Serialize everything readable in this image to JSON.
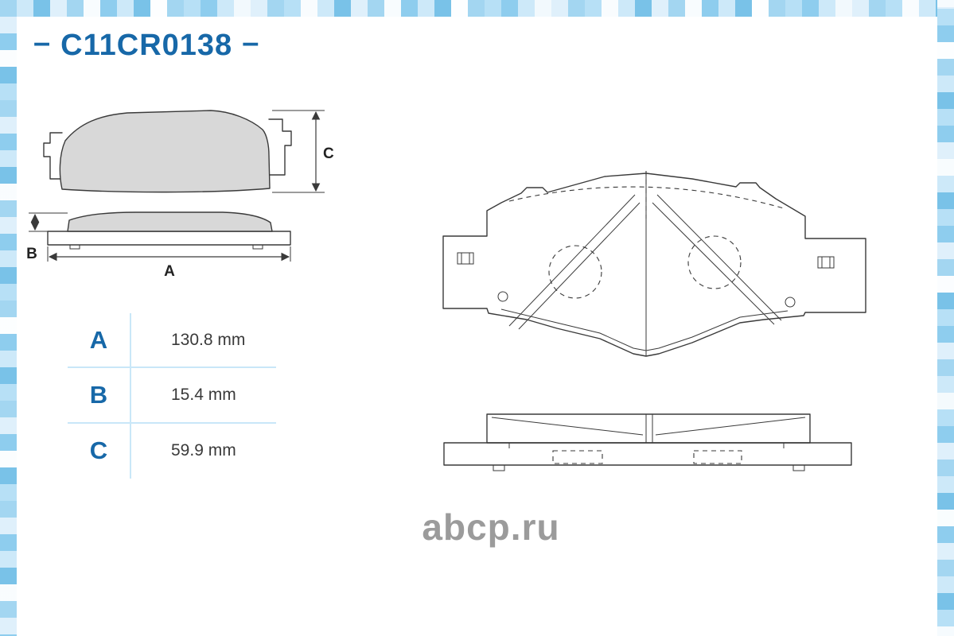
{
  "header": {
    "dash_left": "–",
    "part_number": "C11CR0138",
    "dash_right": "–"
  },
  "table": {
    "rows": [
      {
        "label": "A",
        "value": "130.8 mm"
      },
      {
        "label": "B",
        "value": "15.4 mm"
      },
      {
        "label": "C",
        "value": "59.9 mm"
      }
    ]
  },
  "drawing_labels": {
    "dim_a": "A",
    "dim_b": "B",
    "dim_c": "C"
  },
  "watermark": {
    "text": "abcp.ru"
  },
  "colors": {
    "accent_blue": "#1768a8",
    "table_line_blue": "#c9e7f8",
    "drawing_line": "#3a3a3a",
    "pad_fill": "#d8d8d8",
    "watermark_gray": "#9b9b9b",
    "border_tile_blue": "#8ecdee"
  }
}
